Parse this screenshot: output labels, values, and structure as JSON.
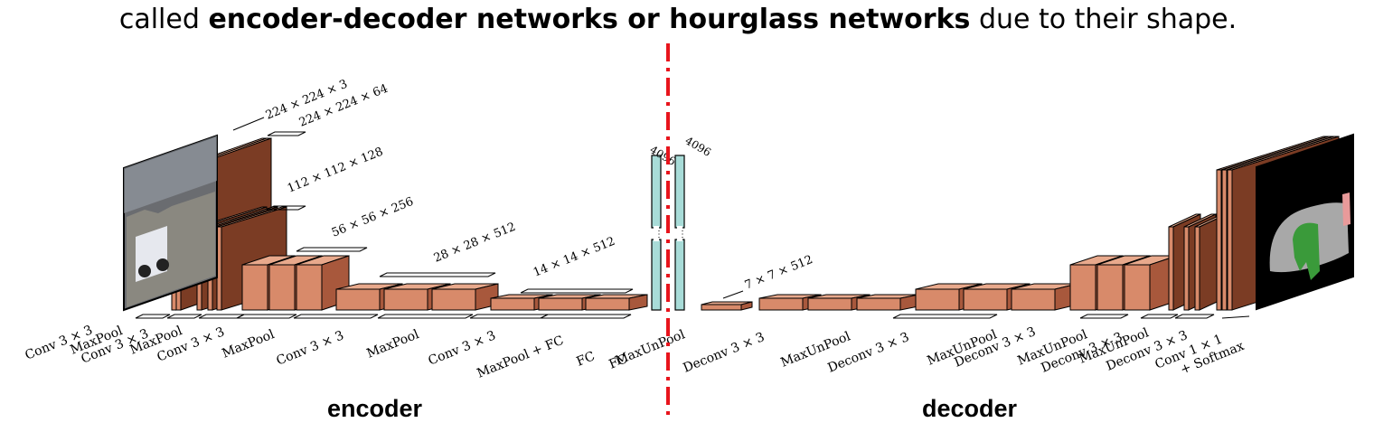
{
  "caption": {
    "prefix": "called ",
    "bold": "encoder-decoder networks or hourglass networks",
    "suffix": " due to their shape."
  },
  "sections": {
    "encoder": "encoder",
    "decoder": "decoder"
  },
  "encoder_size_labels": [
    "224 × 224 × 3",
    "224 × 224 × 64",
    "112 × 112 × 128",
    "56 × 56 × 256",
    "28 × 28 × 512",
    "14 × 14 × 512"
  ],
  "fc_labels": [
    "4096",
    "4096"
  ],
  "decoder_size_labels": [
    "7 × 7 × 512"
  ],
  "encoder_op_labels": [
    "Conv 3 × 3",
    "MaxPool",
    "Conv 3 × 3",
    "MaxPool",
    "Conv 3 × 3",
    "MaxPool",
    "Conv 3 × 3",
    "MaxPool",
    "Conv 3 × 3",
    "MaxPool + FC",
    "FC",
    "FC"
  ],
  "decoder_op_labels": [
    "MaxUnPool",
    "Deconv 3 × 3",
    "MaxUnPool",
    "Deconv 3 × 3",
    "MaxUnPool",
    "Deconv 3 × 3",
    "MaxUnPool",
    "Deconv 3 × 3",
    "MaxUnPool",
    "Deconv 3 × 3",
    "Conv 1 × 1",
    "+ Softmax"
  ],
  "colors": {
    "block_front": "#d88a6a",
    "block_top": "#e8a98c",
    "block_side": "#a8583c",
    "large_block": "#7b3c24",
    "fc_fill": "#a8dcd8",
    "divider": "#e8141c"
  }
}
